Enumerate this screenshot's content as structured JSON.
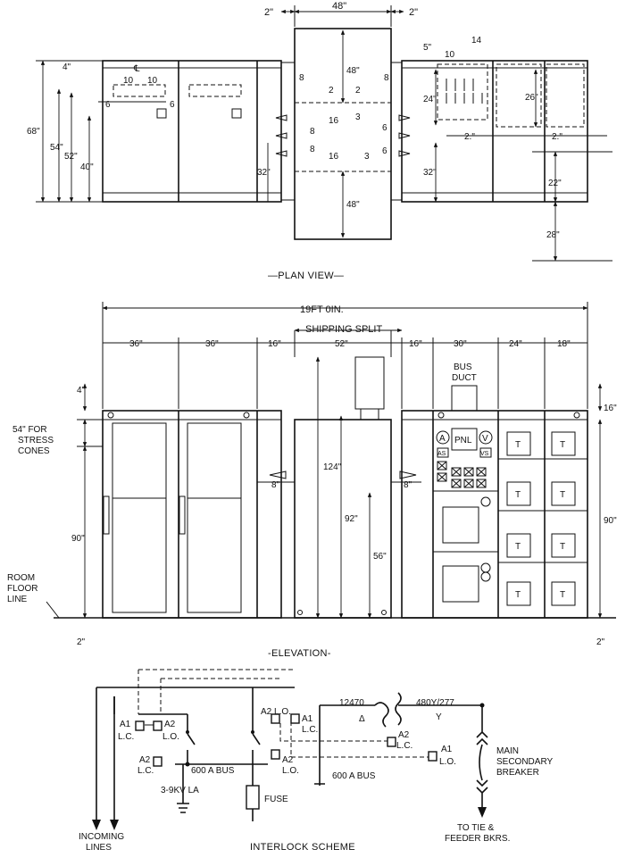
{
  "plan": {
    "caption": "—PLAN VIEW—",
    "dims": {
      "top_2_left": "2\"",
      "top_48": "48\"",
      "top_2_right": "2\"",
      "d4": "4\"",
      "d68": "68\"",
      "d54": "54\"",
      "d52": "52\"",
      "d40": "40\"",
      "d10a": "10",
      "d10b": "10",
      "cl": "℄",
      "d6a": "6",
      "d6b": "6",
      "d8a": "8",
      "d8b": "8",
      "d2a": "2",
      "d2b": "2",
      "d48v_top": "48\"",
      "d16a": "16",
      "d16b": "16",
      "d8c": "8",
      "d8d": "8",
      "d3a": "3",
      "d3b": "3",
      "d6c": "6",
      "d6d": "6",
      "d32a": "32\"",
      "d48v_bot": "48\"",
      "d5": "5\"",
      "d14": "14",
      "d10c": "10",
      "d24": "24\"",
      "d26": "26\"",
      "d32b": "32\"",
      "d2c": "2.\"",
      "d2d": "2.\"",
      "d22": "22\"",
      "d28": "28\""
    }
  },
  "elevation": {
    "caption": "-ELEVATION-",
    "overall": "19FT 0IN.",
    "shipping_split": "SHIPPING SPLIT",
    "widths": [
      "36\"",
      "36\"",
      "16\"",
      "52\"",
      "16\"",
      "30\"",
      "24\"",
      "18\""
    ],
    "d4": "4\"",
    "stress_cones": [
      "54\" FOR",
      "STRESS",
      "CONES"
    ],
    "d90_left": "90\"",
    "room_floor": [
      "ROOM",
      "FLOOR",
      "LINE"
    ],
    "d2_left": "2\"",
    "d8_left": "8\"",
    "d8_right": "8\"",
    "d124": "124\"",
    "d92": "92\"",
    "d56": "56\"",
    "bus_duct": [
      "BUS",
      "DUCT"
    ],
    "d16_right": "16\"",
    "d90_right": "90\"",
    "d2_right": "2\"",
    "meter_a": "A",
    "meter_pnl": "PNL",
    "meter_v": "V",
    "meter_as": "AS",
    "meter_vs": "VS",
    "transformer_label": "T"
  },
  "interlock": {
    "caption": "INTERLOCK SCHEME",
    "a1_lc": [
      "A1",
      "L.C."
    ],
    "a2_lo": [
      "A2",
      "L.O."
    ],
    "a2_lc_left": [
      "A2",
      "L.C."
    ],
    "bus600_left": "600 A BUS",
    "la": "3-9KV LA",
    "fuse": "FUSE",
    "incoming": [
      "INCOMING",
      "LINES"
    ],
    "a2_lo_mid": "A2 L.O.",
    "a1_lc_mid": [
      "A1",
      "L.C."
    ],
    "a2_lo_low": [
      "A2",
      "L.O."
    ],
    "v12470": "12470",
    "delta": "Δ",
    "v480": "480Y/277",
    "wye": "Y",
    "a2_lc_right": [
      "A2",
      "L.C."
    ],
    "a1_lo_right": [
      "A1",
      "L.O."
    ],
    "bus600_mid": "600 A BUS",
    "main_breaker": [
      "MAIN",
      "SECONDARY",
      "BREAKER"
    ],
    "to_tie": [
      "TO TIE &",
      "FEEDER BKRS."
    ]
  }
}
